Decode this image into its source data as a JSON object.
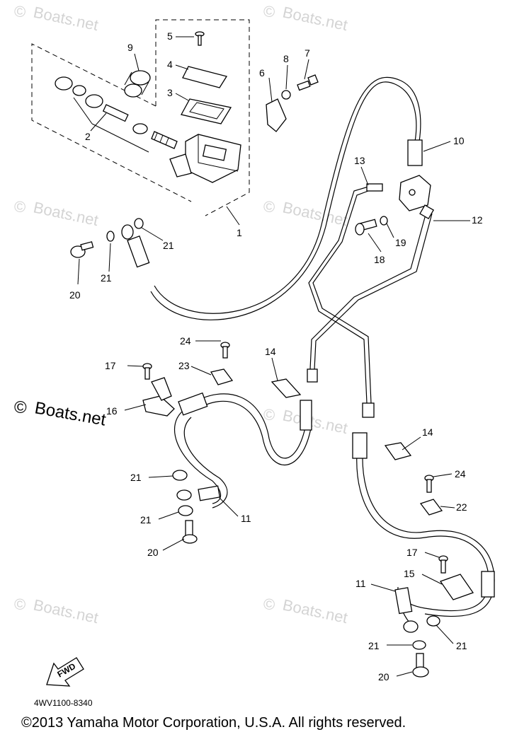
{
  "watermark": "Boats.net",
  "watermark_symbol": "©",
  "callouts": [
    "1",
    "2",
    "3",
    "4",
    "5",
    "6",
    "7",
    "8",
    "9",
    "10",
    "11",
    "12",
    "13",
    "14",
    "15",
    "16",
    "17",
    "18",
    "19",
    "20",
    "21",
    "22",
    "23",
    "24"
  ],
  "fwd_label": "FWD",
  "diagram_code": "4WV1100-8340",
  "copyright": "©2013 Yamaha Motor Corporation, U.S.A. All rights reserved."
}
